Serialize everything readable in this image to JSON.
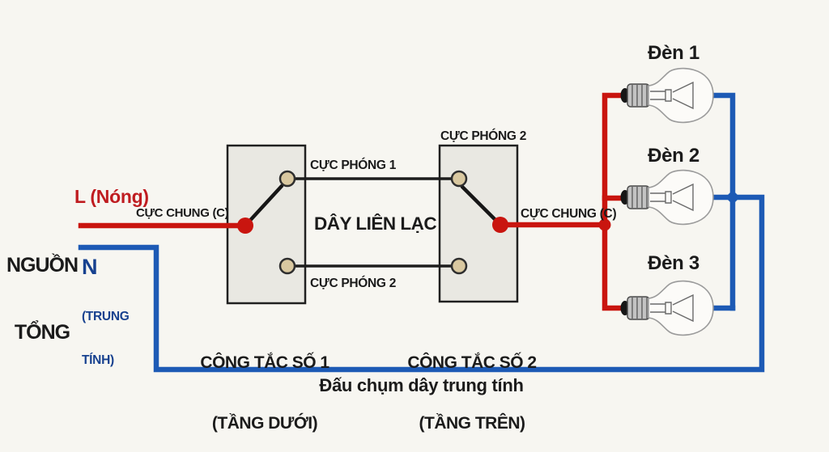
{
  "colors": {
    "background": "#f7f6f1",
    "live_red": "#c9150f",
    "neutral_blue": "#1d5ab5",
    "label_red": "#bf1c20",
    "label_blue": "#17418f",
    "text_black": "#1b1b1b",
    "switch_fill": "#e9e8e2",
    "terminal_tan": "#d9c8a0"
  },
  "source": {
    "name_line1": "NGUỒN",
    "name_line2": "TỔNG",
    "live_label": "L (Nóng)",
    "neutral_letter": "N",
    "neutral_line1": "(TRUNG",
    "neutral_line2": "TÍNH)"
  },
  "switch1": {
    "common_label": "CỰC CHUNG (C)",
    "traveler1_label": "CỰC PHÓNG 1",
    "traveler2_label": "CỰC PHÓNG 2",
    "name_line1": "CÔNG TẮC SỐ 1",
    "name_line2": "(TẦNG DƯỚI)"
  },
  "switch2": {
    "top_terminal_label": "CỰC PHÓNG 2",
    "common_label": "CỰC CHUNG (C)",
    "name_line1": "CÔNG TẮC SỐ 2",
    "name_line2": "(TẦNG TRÊN)"
  },
  "link_wire_label": "DÂY LIÊN LẠC",
  "lamps": [
    {
      "label": "Đèn 1"
    },
    {
      "label": "Đèn 2"
    },
    {
      "label": "Đèn 3"
    }
  ],
  "caption": "Đấu chụm dây trung tính"
}
